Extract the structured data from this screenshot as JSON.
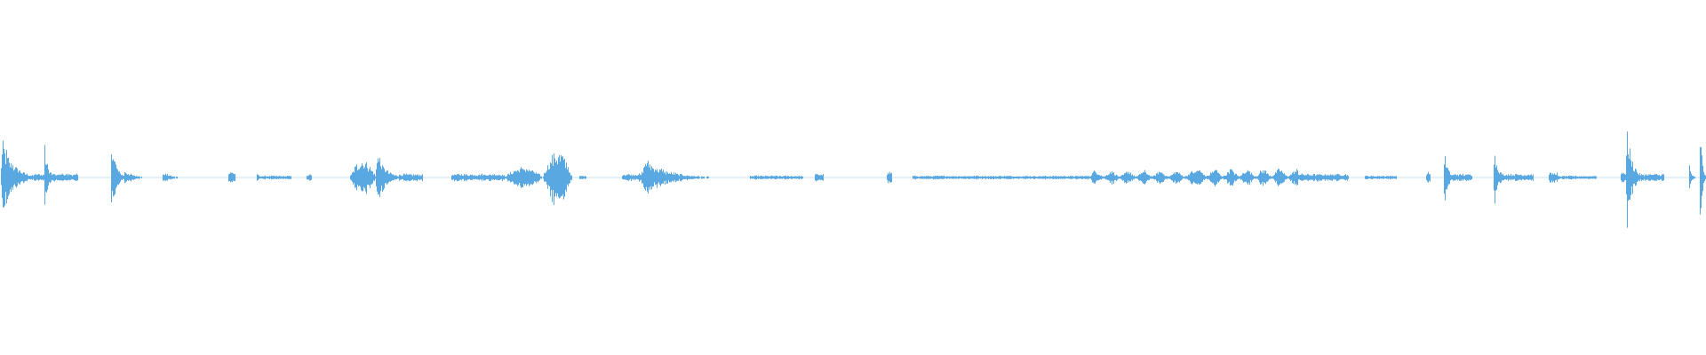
{
  "waveform": {
    "color": "#5aa8e2",
    "background": "#ffffff",
    "duration": 1.0,
    "peak_scale": 1.0,
    "segments": [
      {
        "start": 0.0,
        "end": 0.02,
        "amp": 0.26,
        "shape": "decay"
      },
      {
        "start": 0.02,
        "end": 0.04,
        "amp": 0.02,
        "shape": "flat"
      },
      {
        "start": 0.026,
        "end": 0.032,
        "amp": 0.22,
        "shape": "decay"
      },
      {
        "start": 0.032,
        "end": 0.045,
        "amp": 0.02,
        "shape": "flat"
      },
      {
        "start": 0.065,
        "end": 0.072,
        "amp": 0.3,
        "shape": "decay"
      },
      {
        "start": 0.072,
        "end": 0.088,
        "amp": 0.05,
        "shape": "decay"
      },
      {
        "start": 0.095,
        "end": 0.108,
        "amp": 0.04,
        "shape": "decay"
      },
      {
        "start": 0.134,
        "end": 0.137,
        "amp": 0.03,
        "shape": "flat"
      },
      {
        "start": 0.15,
        "end": 0.153,
        "amp": 0.05,
        "shape": "decay"
      },
      {
        "start": 0.153,
        "end": 0.17,
        "amp": 0.01,
        "shape": "flat"
      },
      {
        "start": 0.18,
        "end": 0.182,
        "amp": 0.02,
        "shape": "flat"
      },
      {
        "start": 0.205,
        "end": 0.22,
        "amp": 0.1,
        "shape": "bump"
      },
      {
        "start": 0.22,
        "end": 0.234,
        "amp": 0.2,
        "shape": "decay"
      },
      {
        "start": 0.234,
        "end": 0.247,
        "amp": 0.02,
        "shape": "flat"
      },
      {
        "start": 0.265,
        "end": 0.295,
        "amp": 0.02,
        "shape": "flat"
      },
      {
        "start": 0.295,
        "end": 0.318,
        "amp": 0.06,
        "shape": "bump"
      },
      {
        "start": 0.318,
        "end": 0.335,
        "amp": 0.15,
        "shape": "bump"
      },
      {
        "start": 0.34,
        "end": 0.343,
        "amp": 0.01,
        "shape": "flat"
      },
      {
        "start": 0.365,
        "end": 0.375,
        "amp": 0.02,
        "shape": "flat"
      },
      {
        "start": 0.375,
        "end": 0.415,
        "amp": 0.13,
        "shape": "decay"
      },
      {
        "start": 0.44,
        "end": 0.47,
        "amp": 0.01,
        "shape": "flat"
      },
      {
        "start": 0.478,
        "end": 0.482,
        "amp": 0.02,
        "shape": "flat"
      },
      {
        "start": 0.52,
        "end": 0.522,
        "amp": 0.03,
        "shape": "flat"
      },
      {
        "start": 0.535,
        "end": 0.64,
        "amp": 0.01,
        "shape": "flat"
      },
      {
        "start": 0.64,
        "end": 0.7,
        "amp": 0.04,
        "shape": "noise"
      },
      {
        "start": 0.7,
        "end": 0.76,
        "amp": 0.05,
        "shape": "noise"
      },
      {
        "start": 0.76,
        "end": 0.79,
        "amp": 0.02,
        "shape": "flat"
      },
      {
        "start": 0.8,
        "end": 0.818,
        "amp": 0.01,
        "shape": "flat"
      },
      {
        "start": 0.836,
        "end": 0.838,
        "amp": 0.03,
        "shape": "flat"
      },
      {
        "start": 0.846,
        "end": 0.852,
        "amp": 0.22,
        "shape": "decay"
      },
      {
        "start": 0.852,
        "end": 0.862,
        "amp": 0.02,
        "shape": "flat"
      },
      {
        "start": 0.875,
        "end": 0.882,
        "amp": 0.24,
        "shape": "decay"
      },
      {
        "start": 0.882,
        "end": 0.898,
        "amp": 0.02,
        "shape": "flat"
      },
      {
        "start": 0.908,
        "end": 0.912,
        "amp": 0.03,
        "shape": "flat"
      },
      {
        "start": 0.912,
        "end": 0.935,
        "amp": 0.01,
        "shape": "flat"
      },
      {
        "start": 0.95,
        "end": 0.953,
        "amp": 0.03,
        "shape": "flat"
      },
      {
        "start": 0.953,
        "end": 0.962,
        "amp": 0.36,
        "shape": "decay"
      },
      {
        "start": 0.962,
        "end": 0.975,
        "amp": 0.02,
        "shape": "flat"
      },
      {
        "start": 0.99,
        "end": 0.993,
        "amp": 0.12,
        "shape": "decay"
      },
      {
        "start": 0.996,
        "end": 1.0,
        "amp": 0.5,
        "shape": "decay"
      }
    ]
  }
}
